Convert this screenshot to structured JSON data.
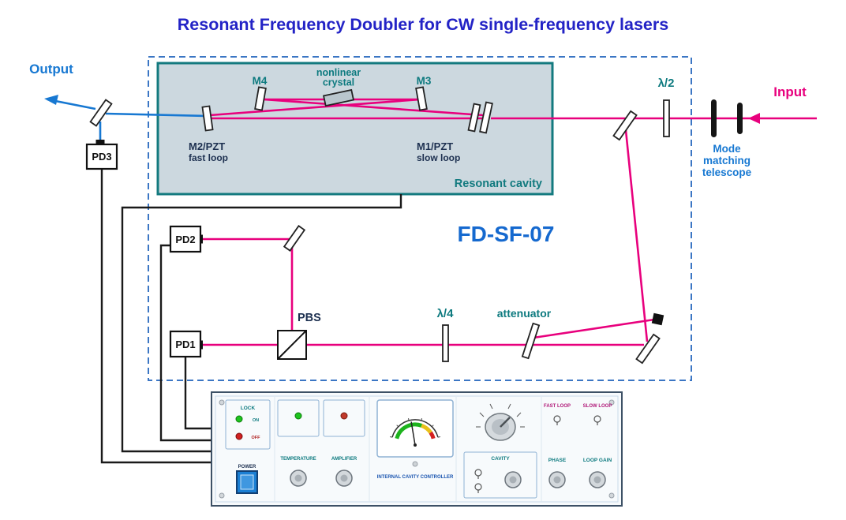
{
  "title": "Resonant Frequency Doubler for CW single-frequency lasers",
  "colors": {
    "fundamental_beam": "#e8007d",
    "second_harmonic_beam": "#1778d2",
    "teal_labels": "#0d7a7f",
    "blue_labels": "#1778d2",
    "navy_labels": "#1d3050",
    "title_blue": "#2323c6",
    "model_blue": "#1569cf",
    "dashed_outline": "#3b76c4",
    "cavity_fill": "#ccd8df"
  },
  "diagram": {
    "output_label": "Output",
    "input_label": "Input",
    "model_label": "FD-SF-07",
    "cavity_label": "Resonant cavity",
    "crystal_label_1": "nonlinear",
    "crystal_label_2": "crystal",
    "m4_label": "M4",
    "m3_label": "M3",
    "m2_label": "M2/PZT",
    "m2_sub_label": "fast loop",
    "m1_label": "M1/PZT",
    "m1_sub_label": "slow loop",
    "pd1_label": "PD1",
    "pd2_label": "PD2",
    "pd3_label": "PD3",
    "pbs_label": "PBS",
    "half_wave_label": "λ/2",
    "quarter_wave_label": "λ/4",
    "attenuator_label": "attenuator",
    "telescope_label_1": "Mode",
    "telescope_label_2": "matching",
    "telescope_label_3": "telescope"
  },
  "panel": {
    "lock_label": "LOCK",
    "on_label": "ON",
    "off_label": "OFF",
    "power_label": "POWER",
    "temperature_label": "TEMPERATURE",
    "amplifier_label": "AMPLIFIER",
    "meter_caption": "INTERNAL CAVITY CONTROLLER",
    "cavity_label": "CAVITY",
    "phase_label": "PHASE",
    "loop_gain_label": "LOOP GAIN",
    "fast_loop_label": "FAST LOOP",
    "slow_loop_label": "SLOW LOOP"
  }
}
